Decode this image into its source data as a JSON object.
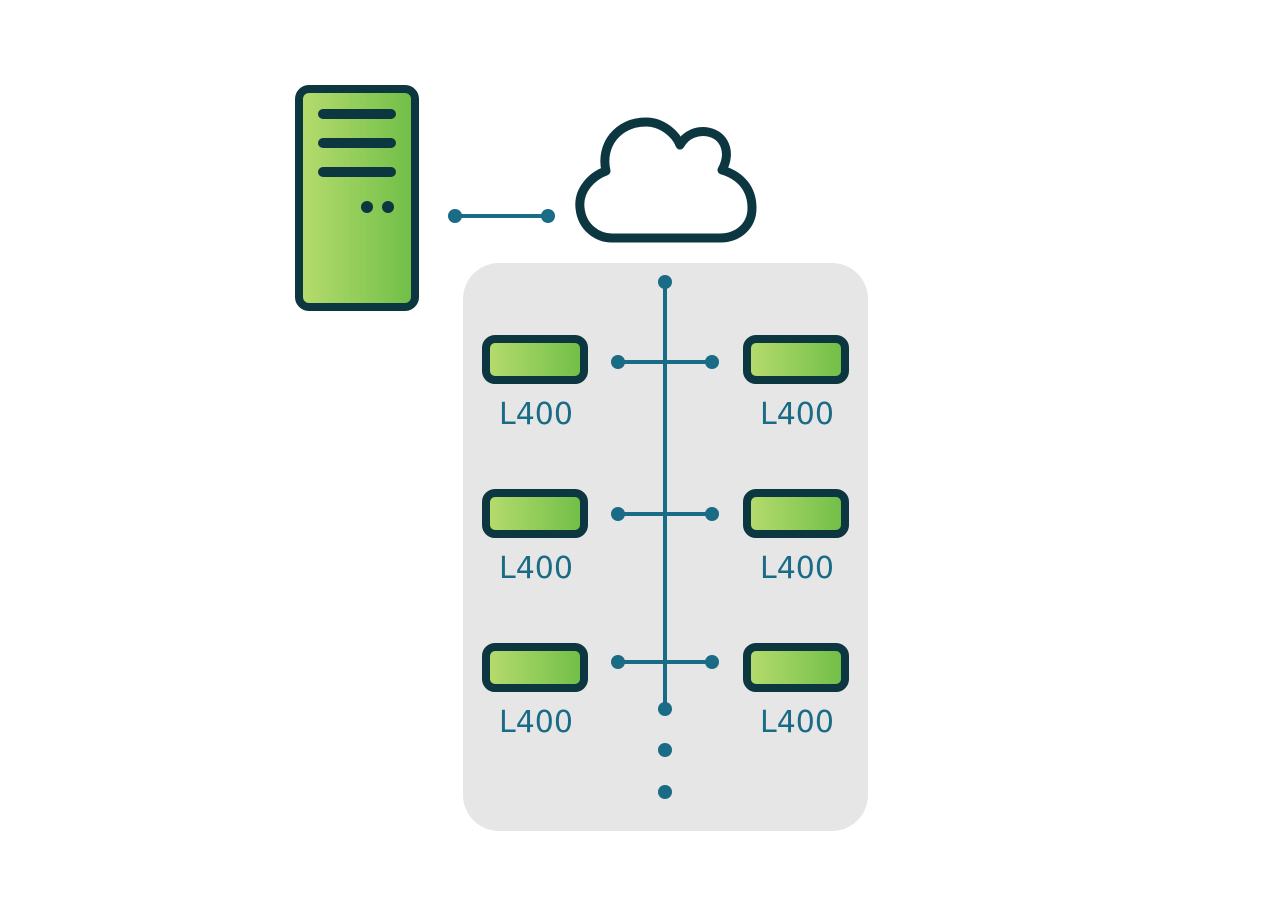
{
  "colors": {
    "background": "#ffffff",
    "panel": "#e6e6e6",
    "outline": "#0c3741",
    "connector": "#1a6b85",
    "label": "#1a6b85",
    "green_light": "#b7dc6e",
    "green_dark": "#6fbe47"
  },
  "nodes": {
    "server": {
      "icon": "server-tower-icon"
    },
    "cloud": {
      "icon": "cloud-icon"
    },
    "devices": [
      {
        "label": "L400"
      },
      {
        "label": "L400"
      },
      {
        "label": "L400"
      },
      {
        "label": "L400"
      },
      {
        "label": "L400"
      },
      {
        "label": "L400"
      }
    ]
  },
  "edges": [
    {
      "from": "server",
      "to": "cloud"
    },
    {
      "from": "cloud",
      "to": "device-bus"
    }
  ]
}
